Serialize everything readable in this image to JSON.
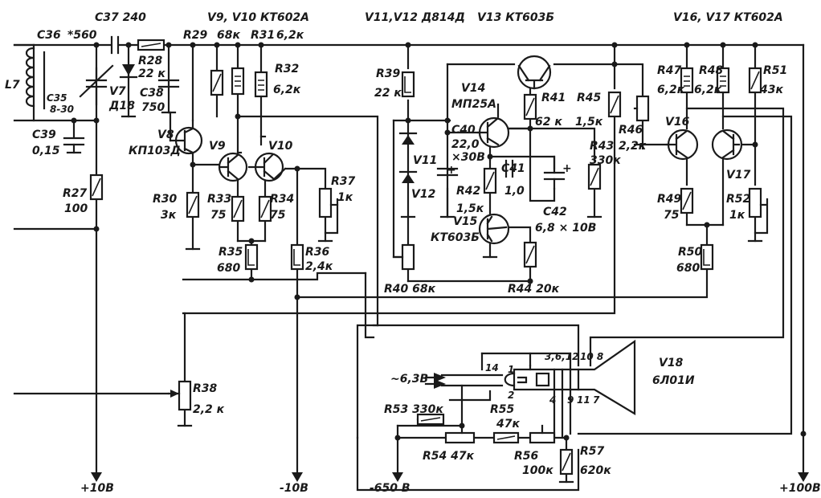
{
  "labels": {
    "c37": "C37  240",
    "c36": "C36",
    "c36v": "*560",
    "l7": "L7",
    "c35": "C35",
    "c35v": "8-30",
    "c39": "C39",
    "c39v": "0,15",
    "r27": "R27",
    "r27v": "100",
    "v7": "V7",
    "v7v": "Д18",
    "r28": "R28",
    "r28v": "22 к",
    "c38": "C38",
    "c38v": "750",
    "r29": "R29",
    "v8": "V8",
    "v8v": "КП103Д",
    "v9v10hdr": "V9, V10  КТ602А",
    "r29v": "68к",
    "r31": "R31",
    "r31v": "6,2к",
    "r32": "R32",
    "r32v": "6,2к",
    "v9": "V9",
    "v10": "V10",
    "r30": "R30",
    "r30v": "3к",
    "r33": "R33",
    "r33v": "75",
    "r34": "R34",
    "r34v": "75",
    "r37": "R37",
    "r37v": "1к",
    "r35": "R35",
    "r35v": "680",
    "r36": "R36",
    "r36v": "2,4к",
    "v11v12hdr": "V11,V12  Д814Д",
    "r39": "R39",
    "r39v": "22 к",
    "v11": "V11",
    "v12": "V12",
    "r40": "R40  68к",
    "v13hdr": "V13   КТ603Б",
    "v14": "V14",
    "v14v": "МП25А",
    "c40": "C40",
    "c40v1": "22,0",
    "c40v2": "×30В",
    "r41": "R41",
    "r41v": "62 к",
    "r42": "R42",
    "r42v": "1,5к",
    "c41": "C41",
    "c41v": "1,0",
    "c42": "C42",
    "c42v": "6,8 × 10В",
    "v15": "V15",
    "v15v": "КТ603Б",
    "r44": "R44  20к",
    "r45": "R45",
    "r45v": "1,5к",
    "r43": "R43",
    "r43v": "330к",
    "r46": "R46",
    "r46v": "2,2к",
    "v16v17hdr": "V16, V17  КТ602А",
    "r47": "R47",
    "r47v": "6,2к",
    "r48": "R48",
    "r48v": "6,2к",
    "r51": "R51",
    "r51v": "43к",
    "v16": "V16",
    "v17": "V17",
    "r49": "R49",
    "r49v": "75",
    "r52": "R52",
    "r52v": "1к",
    "r50": "R50",
    "r50v": "680",
    "r38": "R38",
    "r38v": "2,2 к",
    "v18": "V18",
    "v18v": "6Л01И",
    "heater": "~6,3В",
    "pin14": "14",
    "pin1": "1",
    "pin2": "2",
    "pins3612": "3,6,12",
    "pins108": "10 8",
    "pins4": "4",
    "pins9": "9",
    "pins11": "11",
    "pins7": "7",
    "r53": "R53  330к",
    "r55": "R55",
    "r55v": "47к",
    "r54": "R54  47к",
    "r56": "R56",
    "r56v": "100к",
    "r57": "R57",
    "r57v": "620к",
    "plus10": "+10В",
    "minus10": "-10В",
    "minus650": "-650 В",
    "plus100": "+100В"
  }
}
